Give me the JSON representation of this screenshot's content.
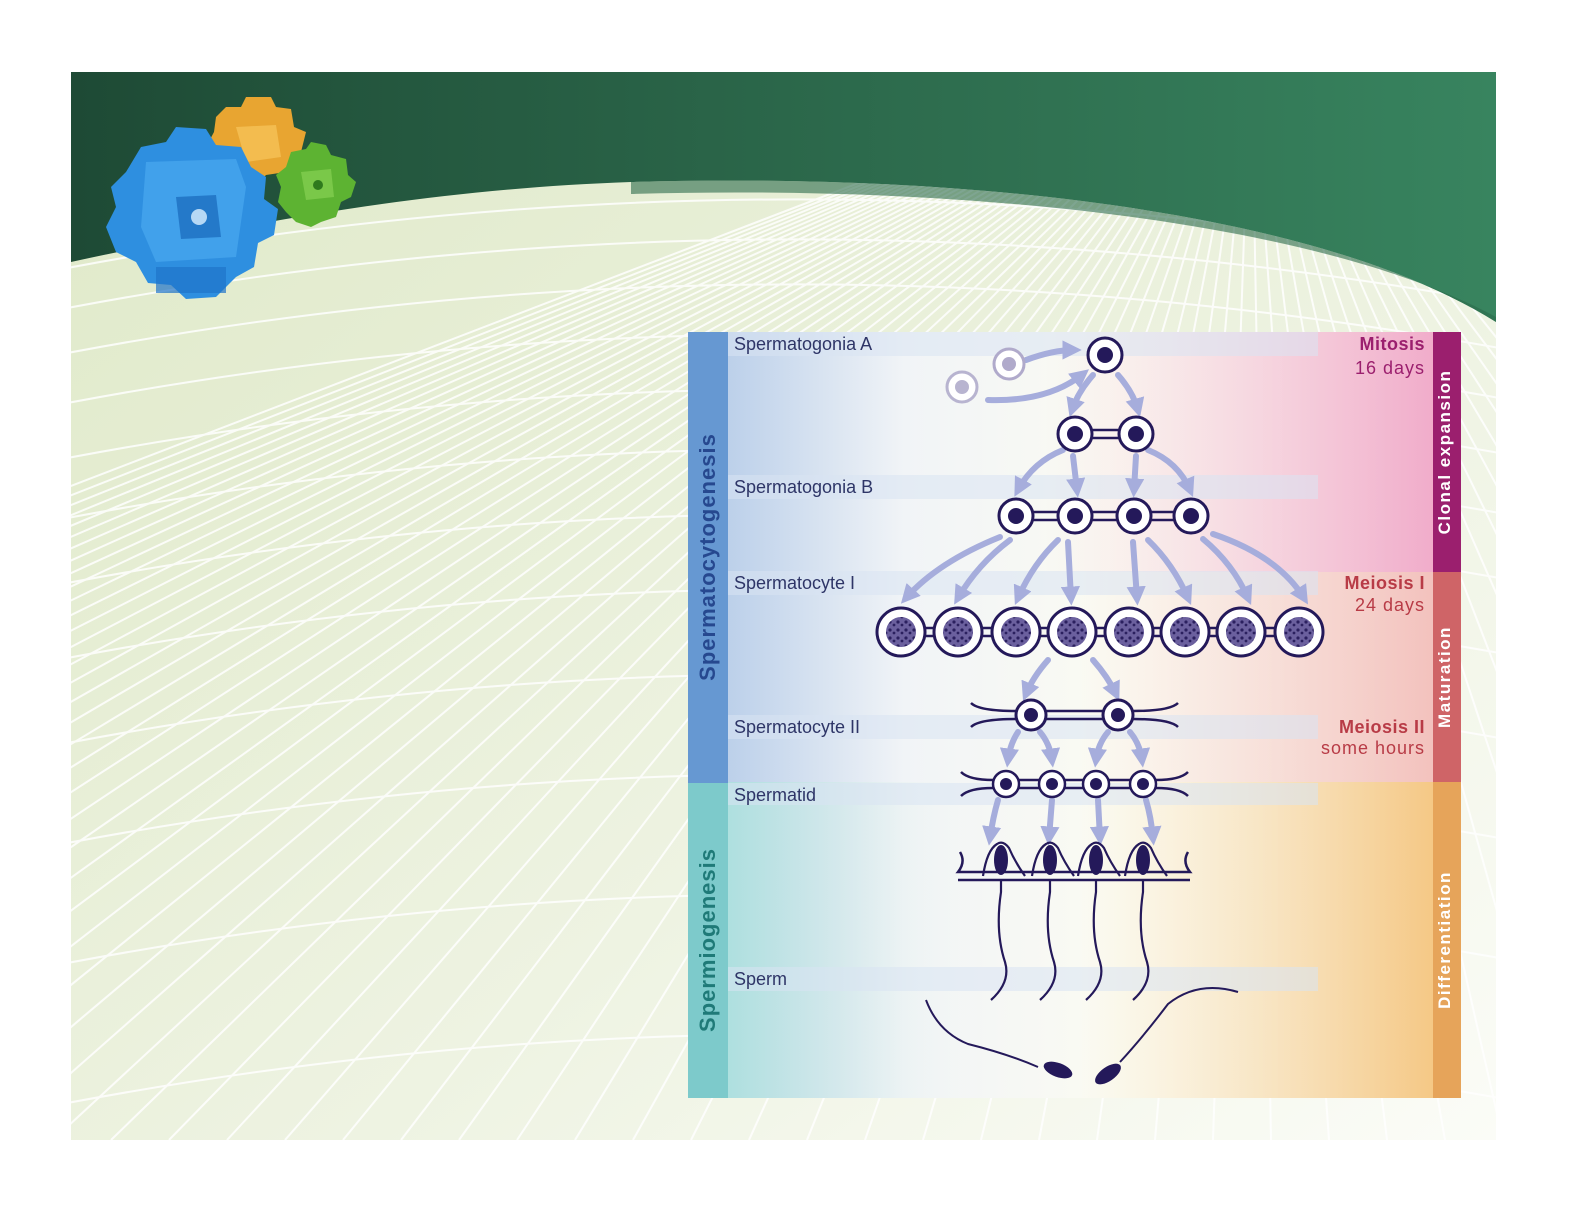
{
  "colors": {
    "header_dark": "#1e4a35",
    "header_light": "#38845f",
    "grid_bg": "#e8efd6",
    "spermatocytogenesis_band": "#6698d2",
    "spermiogenesis_band": "#7dcacb",
    "clonal_band": "#9b1f6e",
    "maturation_band": "#cf6467",
    "differentiation_band": "#e6a45a",
    "cell_dark": "#24195a",
    "arrow": "#a6addc"
  },
  "icons": [
    "blue-puzzle-cube-icon",
    "orange-puzzle-cube-icon",
    "green-puzzle-cube-icon"
  ],
  "diagram": {
    "stages": [
      "Spermatogonia A",
      "Spermatogonia B",
      "Spermatocyte I",
      "Spermatocyte II",
      "Spermatid",
      "Sperm"
    ],
    "processes": [
      {
        "name": "Mitosis",
        "duration": "16 days",
        "color": "#9b1f6e"
      },
      {
        "name": "Meiosis I",
        "duration": "24 days",
        "color": "#b83b46"
      },
      {
        "name": "Meiosis II",
        "duration": "some hours",
        "color": "#b83b46"
      }
    ],
    "left_phases": [
      "Spermatocytogenesis",
      "Spermiogenesis"
    ],
    "right_phases": [
      "Clonal expansion",
      "Maturation",
      "Differentiation"
    ],
    "cells_per_row": [
      1,
      2,
      4,
      8,
      2,
      4,
      4,
      2
    ]
  }
}
